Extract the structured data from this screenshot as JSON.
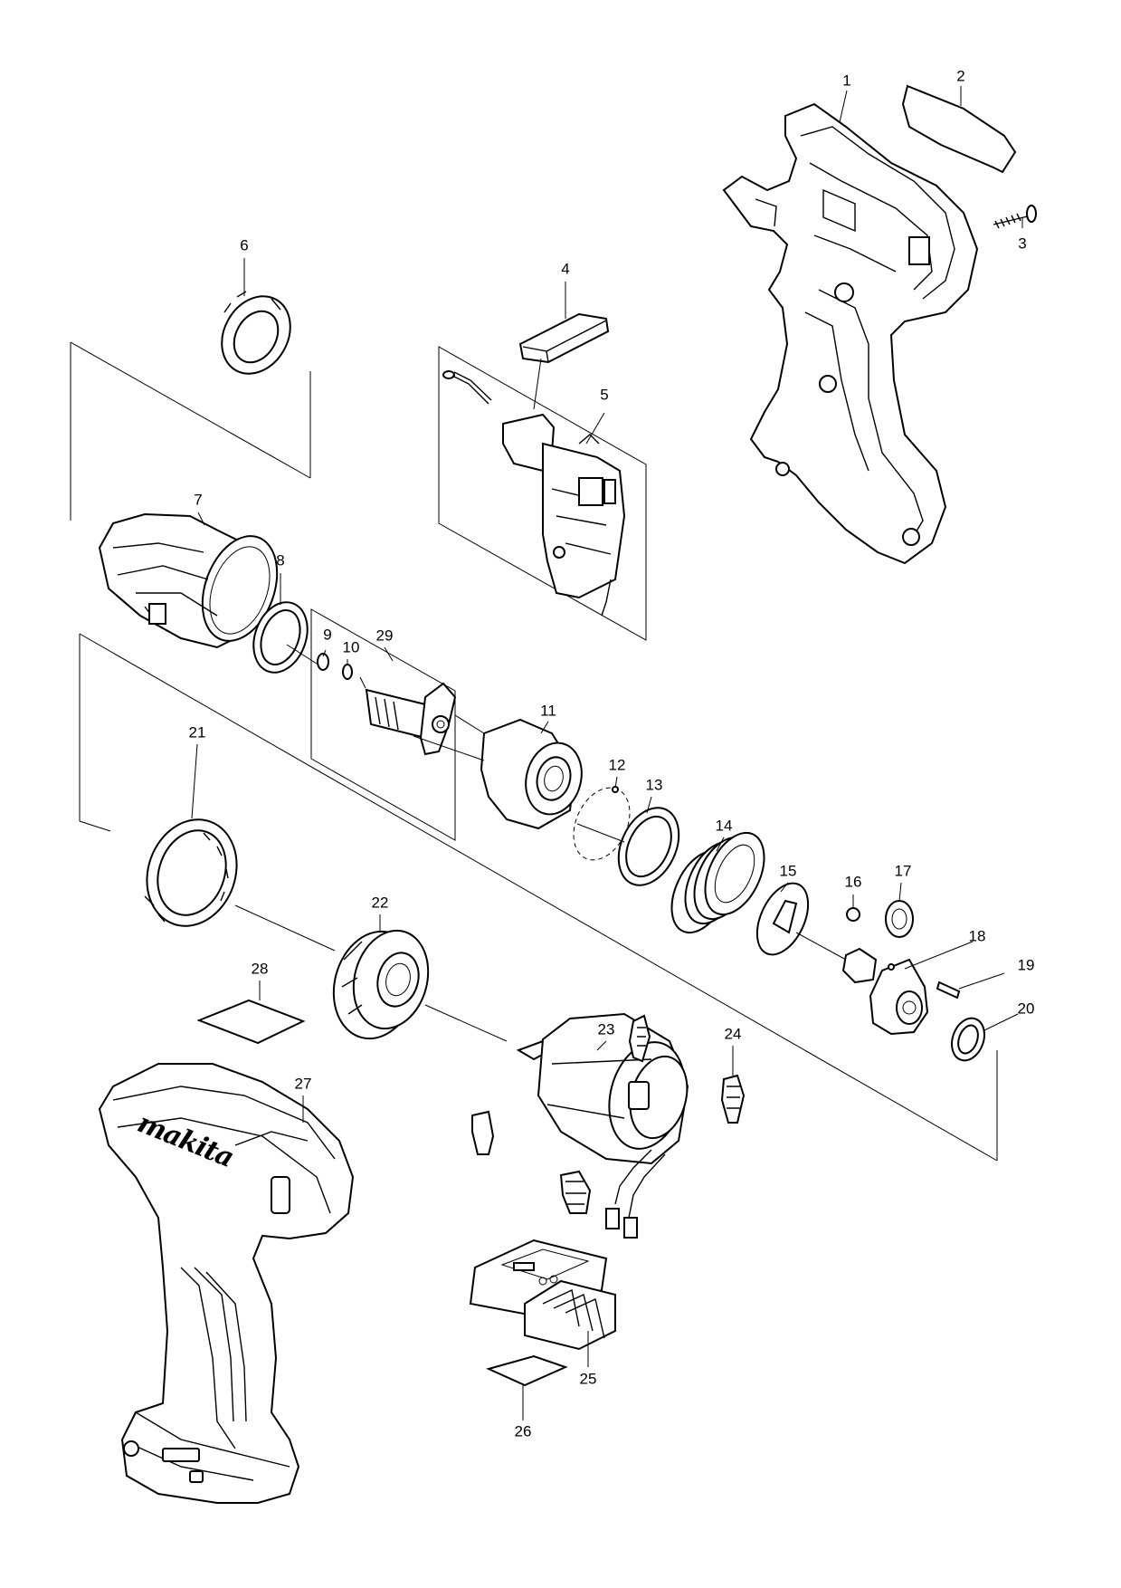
{
  "diagram": {
    "brand_text": "makita",
    "part_labels": [
      "1",
      "2",
      "3",
      "4",
      "5",
      "6",
      "7",
      "8",
      "9",
      "10",
      "11",
      "12",
      "13",
      "14",
      "15",
      "16",
      "17",
      "18",
      "19",
      "20",
      "21",
      "22",
      "23",
      "24",
      "25",
      "26",
      "27",
      "28",
      "29"
    ]
  }
}
